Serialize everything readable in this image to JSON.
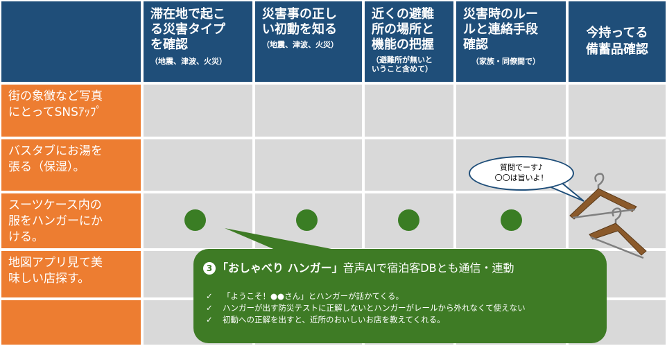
{
  "headers": [
    {
      "title": "滞在地で起こ\nる災害タイプ\nを確認",
      "sub": "（地震、津波、火災）"
    },
    {
      "title": "災害事の正し\nい初動を知る",
      "sub": "（地震、津波、火災）"
    },
    {
      "title": "近くの避難\n所の場所と\n機能の把握",
      "sub": "（避難所が無いと\nいうこと含めて）"
    },
    {
      "title": "災害時のルー\nルと連絡手段\n確認",
      "sub": "（家族・同僚間で）"
    },
    {
      "title": "今持ってる\n備蓄品確認",
      "sub": ""
    }
  ],
  "rows": [
    {
      "label": "街の象徴など写真\nにとってSNSｱｯﾌﾟ",
      "marks": [
        false,
        false,
        false,
        false,
        false
      ]
    },
    {
      "label": "バスタブにお湯を\n張る（保湿）。",
      "marks": [
        false,
        false,
        false,
        false,
        false
      ]
    },
    {
      "label": "スーツケース内の\n服をハンガーにか\nける。",
      "marks": [
        true,
        true,
        true,
        true,
        false
      ]
    },
    {
      "label": "地図アプリ見て美\n味しい店探す。",
      "marks": [
        false,
        false,
        false,
        false,
        false
      ]
    },
    {
      "label": "",
      "marks": [
        false,
        false,
        false,
        false,
        false
      ]
    }
  ],
  "speech_bubble": {
    "text": "質問でーす♪\n〇〇は旨いよ！"
  },
  "callout": {
    "number": "3",
    "title_bold": "「おしゃべり ハンガー」",
    "title_rest": "音声AIで宿泊客DBとも通信・連動",
    "check_mark": "✓",
    "items": [
      "「ようこそ！●●さん」とハンガーが話かてくる。",
      "ハンガーが出す防災テストに正解しないとハンガーがレールから外れなくて使えない",
      "初動への正解を出すと、近所のおいしいお店を教えてくれる。"
    ]
  },
  "colors": {
    "header_bg": "#1f4e79",
    "row_label_bg": "#ed7d31",
    "body_bg": "#d9d9d9",
    "dot": "#3a7d24",
    "callout_bg": "#3e7b25",
    "hanger": "#8b5a2b"
  }
}
